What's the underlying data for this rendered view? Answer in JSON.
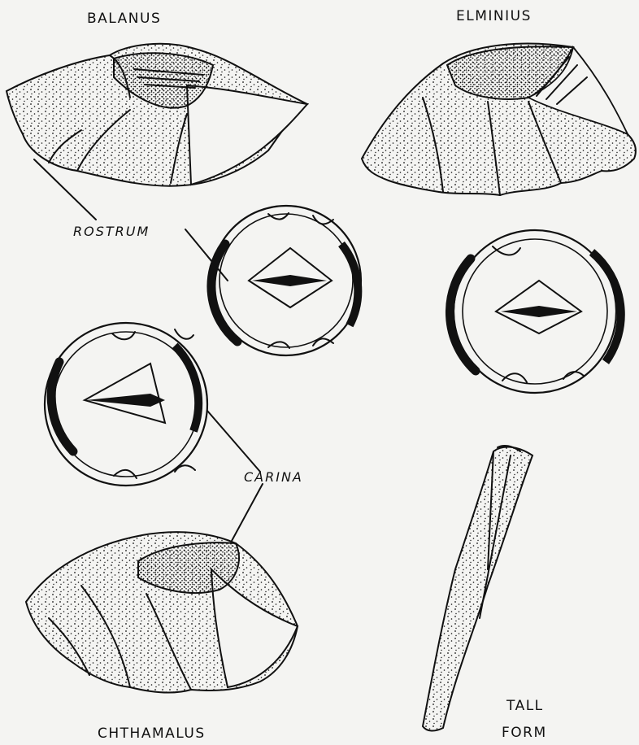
{
  "labels": {
    "balanus": "BALANUS",
    "elminius": "ELMINIUS",
    "chthamalus": "CHTHAMALUS",
    "tall_line1": "TALL",
    "tall_line2": "FORM",
    "rostrum": "ROSTRUM",
    "carina": "CARINA"
  },
  "colors": {
    "ink": "#111111",
    "paper": "#f4f4f2"
  }
}
